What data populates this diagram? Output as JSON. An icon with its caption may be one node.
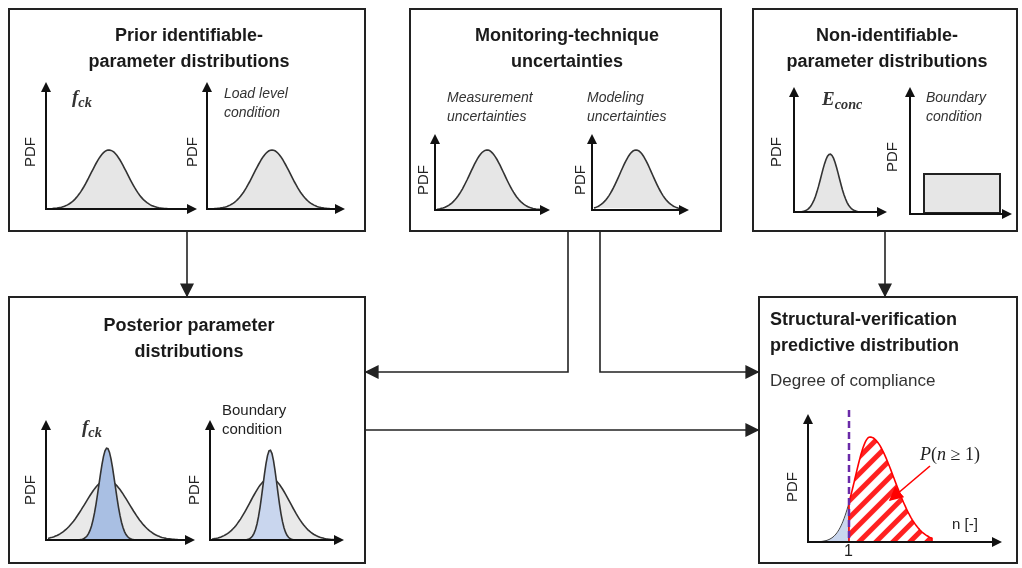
{
  "diagram": {
    "nodes": [
      {
        "text": [
          "Prior identifiable-parameter distributions",
          "f$_{ck}$",
          "PDF",
          "Load level condition",
          "PDF"
        ]
      },
      {
        "text": [
          "Monitoring-technique uncertainties",
          "Measurement uncertainties",
          "PDF",
          "Modeling uncertainties",
          "PDF"
        ]
      },
      {
        "text": [
          "Non-identifiable-parameter distributions",
          "E$_{conc}$",
          "PDF",
          "Boundary condition",
          "PDF"
        ]
      },
      {
        "text": [
          "Posterior parameter distributions",
          "f$_{ck}$",
          "PDF",
          "Boundary condition",
          "PDF"
        ]
      },
      {
        "text": [
          "Structural-verification predictive distribution",
          "Degree of compliance",
          "PDF",
          "n [-]",
          "1"
        ]
      },
      {
        "text": [
          "*P*(*n* ≥ 1)"
        ],
        "in": 4
      }
    ],
    "edges": [
      {
        "from": 0,
        "to": 3,
        "arrow": "to"
      },
      {
        "from": 2,
        "to": 4,
        "arrow": "to"
      },
      {
        "from": 1,
        "to": 3,
        "arrow": "to"
      },
      {
        "from": 1,
        "to": 4,
        "arrow": "to"
      },
      {
        "from": 3,
        "to": 4,
        "arrow": "to"
      },
      {
        "from": 5,
        "to": null,
        "arrow": "to",
        "color": "#ff0000"
      }
    ]
  }
}
